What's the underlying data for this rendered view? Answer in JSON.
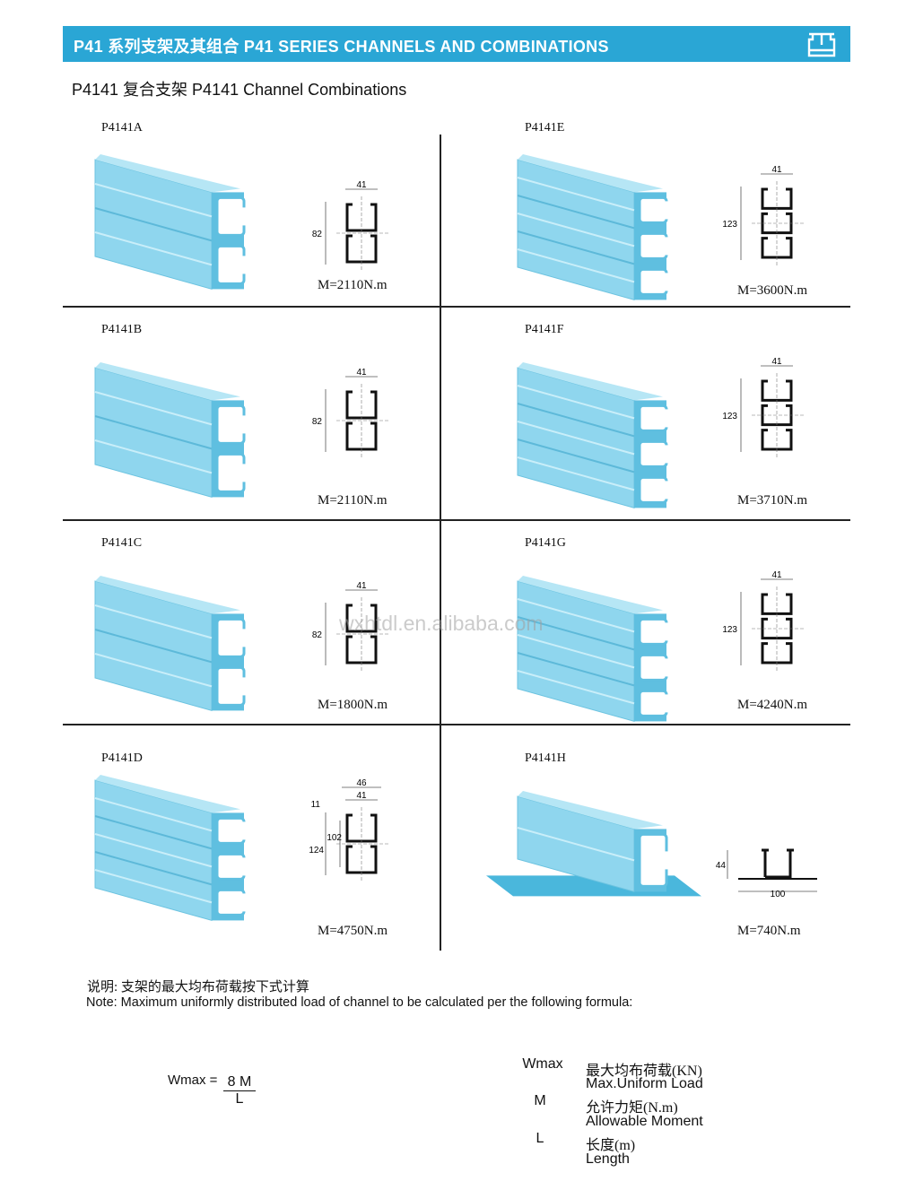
{
  "header": {
    "title": "P41 系列支架及其组合  P41 SERIES CHANNELS AND COMBINATIONS",
    "icon": "channel-logo-icon",
    "color": "#2aa6d5"
  },
  "subtitle": "P4141 复合支架  P4141 Channel Combinations",
  "watermark": "wxhtdl.en.alibaba.com",
  "channel_color": "#8fd6ee",
  "cells": [
    {
      "label": "P4141A",
      "moment": "M=2110N.m",
      "dims": {
        "width": "41",
        "height": "82"
      }
    },
    {
      "label": "P4141E",
      "moment": "M=3600N.m",
      "dims": {
        "width": "41",
        "height": "123"
      }
    },
    {
      "label": "P4141B",
      "moment": "M=2110N.m",
      "dims": {
        "width": "41",
        "height": "82"
      }
    },
    {
      "label": "P4141F",
      "moment": "M=3710N.m",
      "dims": {
        "width": "41",
        "height": "123"
      }
    },
    {
      "label": "P4141C",
      "moment": "M=1800N.m",
      "dims": {
        "width": "41",
        "height": "82"
      }
    },
    {
      "label": "P4141G",
      "moment": "M=4240N.m",
      "dims": {
        "width": "41",
        "height": "123"
      }
    },
    {
      "label": "P4141D",
      "moment": "M=4750N.m",
      "dims": {
        "outer_width": "46",
        "width": "41",
        "lip": "11",
        "inner_height": "102",
        "height": "124"
      }
    },
    {
      "label": "P4141H",
      "moment": "M=740N.m",
      "dims": {
        "height": "44",
        "base_width": "100"
      }
    }
  ],
  "note": {
    "cn": "说明:  支架的最大均布荷载按下式计算",
    "en": "Note: Maximum uniformly distributed load of channel to be calculated per the following formula:"
  },
  "formula": {
    "lhs": "Wmax =",
    "numerator": "8 M",
    "denominator": "L"
  },
  "legend": [
    {
      "symbol": "Wmax",
      "cn": "最大均布荷载(KN)",
      "en": "Max.Uniform Load"
    },
    {
      "symbol": "M",
      "cn": "允许力矩(N.m)",
      "en": "Allowable Moment"
    },
    {
      "symbol": "L",
      "cn": "长度(m)",
      "en": "Length"
    }
  ]
}
